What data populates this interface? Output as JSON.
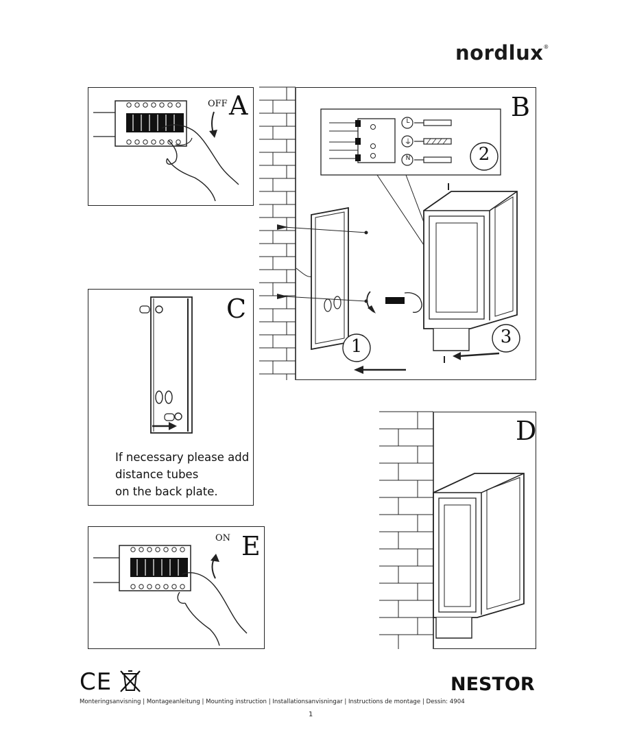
{
  "brand": {
    "name": "nordlux",
    "registered_mark": "®"
  },
  "panels": {
    "a": {
      "letter": "A",
      "switch_state": "OFF"
    },
    "b": {
      "letter": "B",
      "steps": [
        "1",
        "2",
        "3"
      ],
      "terminals": [
        {
          "symbol": "L"
        },
        {
          "symbol": "⏚"
        },
        {
          "symbol": "N"
        }
      ]
    },
    "c": {
      "letter": "C",
      "note_lines": [
        "If necessary please add",
        "distance tubes",
        "on the back plate."
      ]
    },
    "d": {
      "letter": "D"
    },
    "e": {
      "letter": "E",
      "switch_state": "ON"
    }
  },
  "product_name": "NESTOR",
  "footer": {
    "text": "Monteringsanvisning | Montageanleitung | Mounting instruction | Installationsanvisningar | Instructions de montage | Dessin: 4904",
    "page": "1"
  },
  "marks": {
    "ce": "CE",
    "weee_icon": "crossed-bin-icon"
  }
}
